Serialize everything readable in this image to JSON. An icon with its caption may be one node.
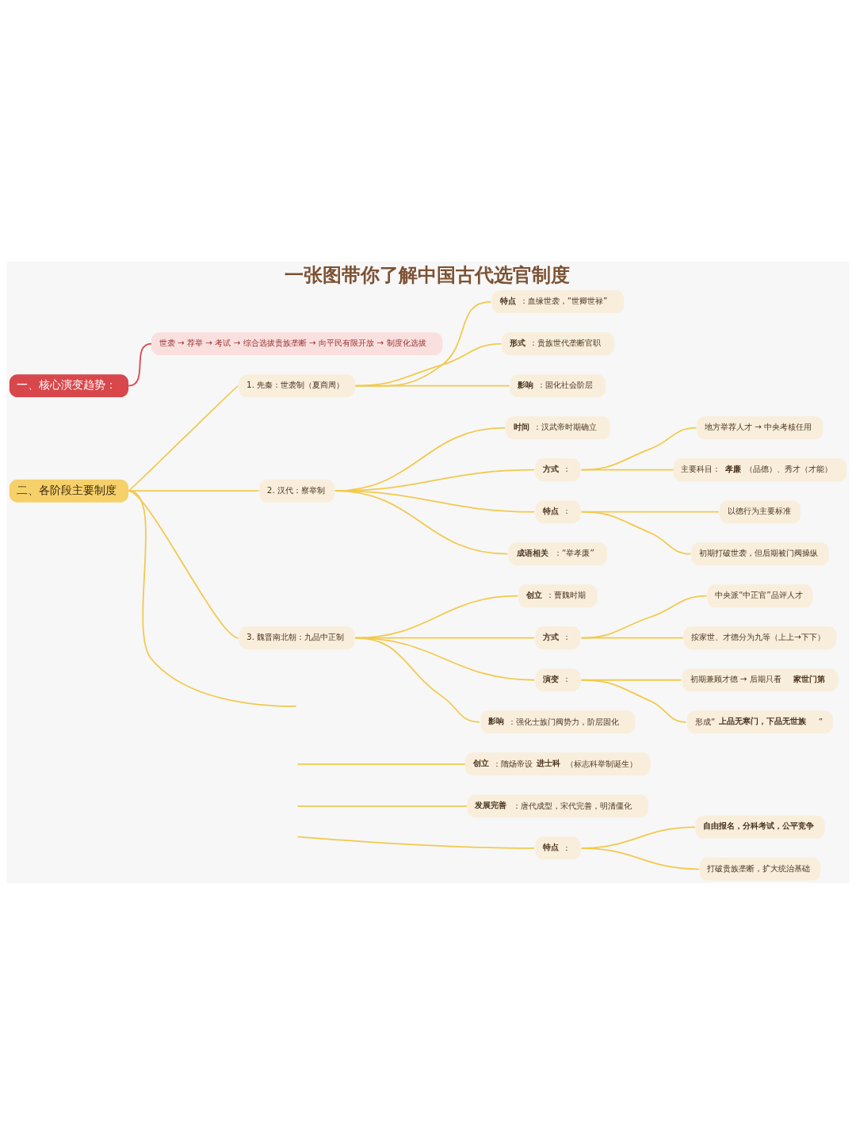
{
  "diagram": {
    "title": "一张图带你了解中国古代选官制度",
    "nodes": [
      {
        "text": [
          "一、核心演变趋势："
        ]
      },
      {
        "text": [
          "世袭 → 荐举 → 考试 → 综合选拔贵族垄断 → 向平民有限开放 → 制度化选拔"
        ]
      },
      {
        "text": [
          "二、各阶段主要制度"
        ]
      },
      {
        "text": [
          "1. 先秦：世袭制（夏商周）"
        ]
      },
      {
        "text": [
          "**特点**：血缘世袭，“世卿世禄”"
        ]
      },
      {
        "text": [
          "**形式**：贵族世代垄断官职"
        ]
      },
      {
        "text": [
          "**影响**：固化社会阶层"
        ]
      },
      {
        "text": [
          "2. 汉代：察举制"
        ]
      },
      {
        "text": [
          "**时间**：汉武帝时期确立"
        ]
      },
      {
        "text": [
          "**方式**："
        ]
      },
      {
        "text": [
          "地方举荐人才 → 中央考核任用"
        ]
      },
      {
        "text": [
          "主要科目：**孝廉**（品德）、秀才（才能）"
        ]
      },
      {
        "text": [
          "**特点**："
        ]
      },
      {
        "text": [
          "以德行为主要标准"
        ]
      },
      {
        "text": [
          "初期打破世袭，但后期被门阀操纵"
        ]
      },
      {
        "text": [
          "**成语相关**：“举孝廉”"
        ]
      },
      {
        "text": [
          "3. 魏晋南北朝：九品中正制"
        ]
      },
      {
        "text": [
          "**创立**：曹魏时期"
        ]
      },
      {
        "text": [
          "**方式**："
        ]
      },
      {
        "text": [
          "中央派“中正官”品评人才"
        ]
      },
      {
        "text": [
          "按家世、才德分为九等（上上→下下）"
        ]
      },
      {
        "text": [
          "**演变**："
        ]
      },
      {
        "text": [
          "初期兼顾才德 → 后期只看**家世门第**"
        ]
      },
      {
        "text": [
          "形成“**上品无寒门，下品无世族**”"
        ]
      },
      {
        "text": [
          "**影响**：强化士族门阀势力，阶层固化"
        ]
      },
      {
        "text": [
          "**创立**：隋炀帝设**进士科**（标志科举制诞生）"
        ]
      },
      {
        "text": [
          "**发展完善**：唐代成型，宋代完善，明清僵化"
        ]
      },
      {
        "text": [
          "**特点**："
        ]
      },
      {
        "text": [
          "自由报名，分科考试，公平竞争"
        ]
      },
      {
        "text": [
          "打破贵族垄断，扩大统治基础"
        ]
      }
    ],
    "edges": [
      {
        "from": 0,
        "to": 1,
        "arrow": "none",
        "color": "#d9474b"
      },
      {
        "from": 2,
        "to": 3,
        "arrow": "none"
      },
      {
        "from": 3,
        "to": 4,
        "arrow": "none"
      },
      {
        "from": 3,
        "to": 5,
        "arrow": "none"
      },
      {
        "from": 3,
        "to": 6,
        "arrow": "none"
      },
      {
        "from": 2,
        "to": 7,
        "arrow": "none"
      },
      {
        "from": 7,
        "to": 8,
        "arrow": "none"
      },
      {
        "from": 7,
        "to": 9,
        "arrow": "none"
      },
      {
        "from": 9,
        "to": 10,
        "arrow": "none"
      },
      {
        "from": 9,
        "to": 11,
        "arrow": "none"
      },
      {
        "from": 7,
        "to": 12,
        "arrow": "none"
      },
      {
        "from": 12,
        "to": 13,
        "arrow": "none"
      },
      {
        "from": 12,
        "to": 14,
        "arrow": "none"
      },
      {
        "from": 7,
        "to": 15,
        "arrow": "none"
      },
      {
        "from": 2,
        "to": 16,
        "arrow": "none"
      },
      {
        "from": 16,
        "to": 17,
        "arrow": "none"
      },
      {
        "from": 16,
        "to": 18,
        "arrow": "none"
      },
      {
        "from": 18,
        "to": 19,
        "arrow": "none"
      },
      {
        "from": 18,
        "to": 20,
        "arrow": "none"
      },
      {
        "from": 16,
        "to": 21,
        "arrow": "none"
      },
      {
        "from": 21,
        "to": 22,
        "arrow": "none"
      },
      {
        "from": 21,
        "to": 23,
        "arrow": "none"
      },
      {
        "from": 16,
        "to": 24,
        "arrow": "none"
      },
      {
        "from": 2,
        "to": null,
        "arrow": "none"
      },
      {
        "from": null,
        "to": 25,
        "arrow": "none"
      },
      {
        "from": null,
        "to": 26,
        "arrow": "none"
      },
      {
        "from": null,
        "to": 27,
        "arrow": "none"
      },
      {
        "from": 27,
        "to": 28,
        "arrow": "none"
      },
      {
        "from": 27,
        "to": 29,
        "arrow": "none"
      }
    ]
  }
}
